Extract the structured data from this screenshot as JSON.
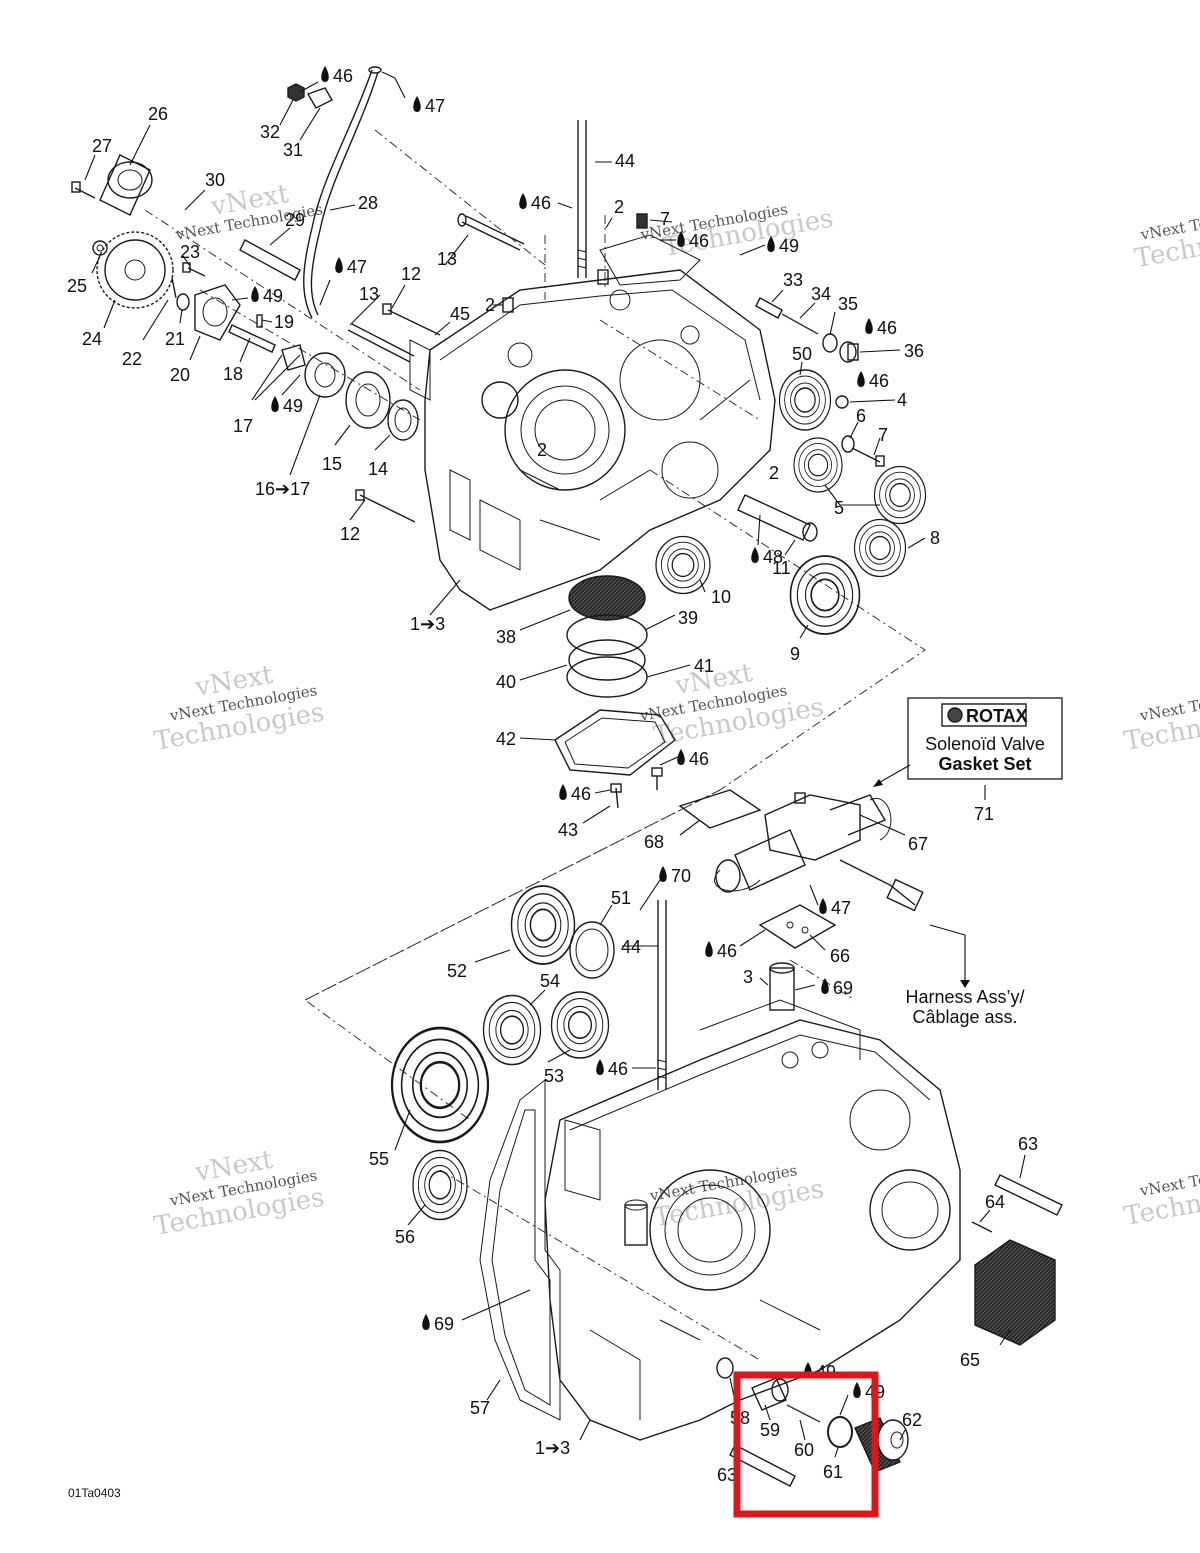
{
  "figure_id": "01Ta0403",
  "watermark": {
    "line1": "vNext Technologies",
    "line2": "Technologies",
    "top": "vNext"
  },
  "rotax_box": {
    "brand": "ROTAX",
    "line1": "Solenoïd Valve",
    "line2": "Gasket Set",
    "ref": "71"
  },
  "harness_note": {
    "line1": "Harness Ass’y/",
    "line2": "Câblage ass."
  },
  "highlight_color": "#e0141b",
  "callouts": [
    {
      "id": "c46a",
      "text": "46",
      "drop": true
    },
    {
      "id": "c47a",
      "text": "47",
      "drop": true
    },
    {
      "id": "c32",
      "text": "32"
    },
    {
      "id": "c31",
      "text": "31"
    },
    {
      "id": "c26",
      "text": "26"
    },
    {
      "id": "c27",
      "text": "27"
    },
    {
      "id": "c30",
      "text": "30"
    },
    {
      "id": "c28",
      "text": "28"
    },
    {
      "id": "c29",
      "text": "29"
    },
    {
      "id": "c44a",
      "text": "44"
    },
    {
      "id": "c46b",
      "text": "46",
      "drop": true
    },
    {
      "id": "c2a",
      "text": "2"
    },
    {
      "id": "c7a",
      "text": "7"
    },
    {
      "id": "c46c",
      "text": "46",
      "drop": true
    },
    {
      "id": "c49a",
      "text": "49",
      "drop": true
    },
    {
      "id": "c23",
      "text": "23"
    },
    {
      "id": "c25",
      "text": "25"
    },
    {
      "id": "c24",
      "text": "24"
    },
    {
      "id": "c22",
      "text": "22"
    },
    {
      "id": "c21",
      "text": "21"
    },
    {
      "id": "c20",
      "text": "20"
    },
    {
      "id": "c49b",
      "text": "49",
      "drop": true
    },
    {
      "id": "c19",
      "text": "19"
    },
    {
      "id": "c18",
      "text": "18"
    },
    {
      "id": "c47b",
      "text": "47",
      "drop": true
    },
    {
      "id": "c13a",
      "text": "13"
    },
    {
      "id": "c12a",
      "text": "12"
    },
    {
      "id": "c13b",
      "text": "13"
    },
    {
      "id": "c45",
      "text": "45"
    },
    {
      "id": "c2b",
      "text": "2"
    },
    {
      "id": "c33",
      "text": "33"
    },
    {
      "id": "c34",
      "text": "34"
    },
    {
      "id": "c35",
      "text": "35"
    },
    {
      "id": "c46d",
      "text": "46",
      "drop": true
    },
    {
      "id": "c36",
      "text": "36"
    },
    {
      "id": "c50",
      "text": "50"
    },
    {
      "id": "c46e",
      "text": "46",
      "drop": true
    },
    {
      "id": "c4",
      "text": "4"
    },
    {
      "id": "c6",
      "text": "6"
    },
    {
      "id": "c7b",
      "text": "7"
    },
    {
      "id": "c49c",
      "text": "49",
      "drop": true
    },
    {
      "id": "c17",
      "text": "17"
    },
    {
      "id": "c15",
      "text": "15"
    },
    {
      "id": "c14",
      "text": "14"
    },
    {
      "id": "c2c",
      "text": "2"
    },
    {
      "id": "c2d",
      "text": "2"
    },
    {
      "id": "c5",
      "text": "5"
    },
    {
      "id": "c16",
      "text": "16➔17"
    },
    {
      "id": "c12b",
      "text": "12"
    },
    {
      "id": "c8",
      "text": "8"
    },
    {
      "id": "c48",
      "text": "48",
      "drop": true
    },
    {
      "id": "c11",
      "text": "11"
    },
    {
      "id": "c10",
      "text": "10"
    },
    {
      "id": "c1a",
      "text": "1➔3"
    },
    {
      "id": "c39",
      "text": "39"
    },
    {
      "id": "c38",
      "text": "38"
    },
    {
      "id": "c9",
      "text": "9"
    },
    {
      "id": "c41",
      "text": "41"
    },
    {
      "id": "c40",
      "text": "40"
    },
    {
      "id": "c42",
      "text": "42"
    },
    {
      "id": "c46f",
      "text": "46",
      "drop": true
    },
    {
      "id": "c46g",
      "text": "46",
      "drop": true
    },
    {
      "id": "c43",
      "text": "43"
    },
    {
      "id": "c68",
      "text": "68"
    },
    {
      "id": "c67",
      "text": "67"
    },
    {
      "id": "c70",
      "text": "70",
      "drop": true
    },
    {
      "id": "c51",
      "text": "51"
    },
    {
      "id": "c47c",
      "text": "47",
      "drop": true
    },
    {
      "id": "c44b",
      "text": "44"
    },
    {
      "id": "c46h",
      "text": "46",
      "drop": true
    },
    {
      "id": "c66",
      "text": "66"
    },
    {
      "id": "c52",
      "text": "52"
    },
    {
      "id": "c3",
      "text": "3"
    },
    {
      "id": "c69a",
      "text": "69",
      "drop": true
    },
    {
      "id": "c54",
      "text": "54"
    },
    {
      "id": "c53",
      "text": "53"
    },
    {
      "id": "c46i",
      "text": "46",
      "drop": true
    },
    {
      "id": "c55",
      "text": "55"
    },
    {
      "id": "c63a",
      "text": "63"
    },
    {
      "id": "c64",
      "text": "64"
    },
    {
      "id": "c56",
      "text": "56"
    },
    {
      "id": "c69b",
      "text": "69",
      "drop": true
    },
    {
      "id": "c65",
      "text": "65"
    },
    {
      "id": "c57",
      "text": "57"
    },
    {
      "id": "c49d",
      "text": "49",
      "drop": true
    },
    {
      "id": "c49e",
      "text": "49",
      "drop": true
    },
    {
      "id": "c58",
      "text": "58"
    },
    {
      "id": "c62",
      "text": "62"
    },
    {
      "id": "c59",
      "text": "59"
    },
    {
      "id": "c60",
      "text": "60"
    },
    {
      "id": "c61",
      "text": "61"
    },
    {
      "id": "c1b",
      "text": "1➔3"
    },
    {
      "id": "c63b",
      "text": "63"
    }
  ]
}
